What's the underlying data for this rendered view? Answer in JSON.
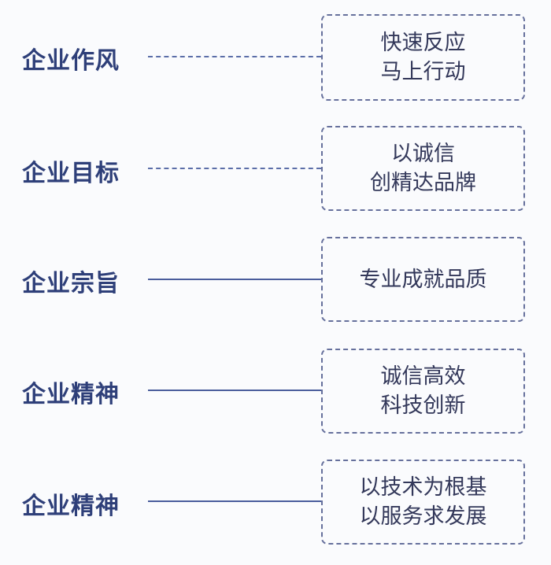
{
  "rows": [
    {
      "label": "企业作风",
      "lines": [
        "快速反应",
        "马上行动"
      ],
      "connector": "dashed"
    },
    {
      "label": "企业目标",
      "lines": [
        "以诚信",
        "创精达品牌"
      ],
      "connector": "dashed"
    },
    {
      "label": "企业宗旨",
      "lines": [
        "专业成就品质"
      ],
      "connector": "solid"
    },
    {
      "label": "企业精神",
      "lines": [
        "诚信高效",
        "科技创新"
      ],
      "connector": "solid"
    },
    {
      "label": "企业精神",
      "lines": [
        "以技术为根基",
        "以服务求发展"
      ],
      "connector": "solid"
    }
  ],
  "colors": {
    "label": "#2e3f79",
    "connector": "#4a5d9c",
    "box_border": "#66709c",
    "box_text": "#33385a"
  }
}
